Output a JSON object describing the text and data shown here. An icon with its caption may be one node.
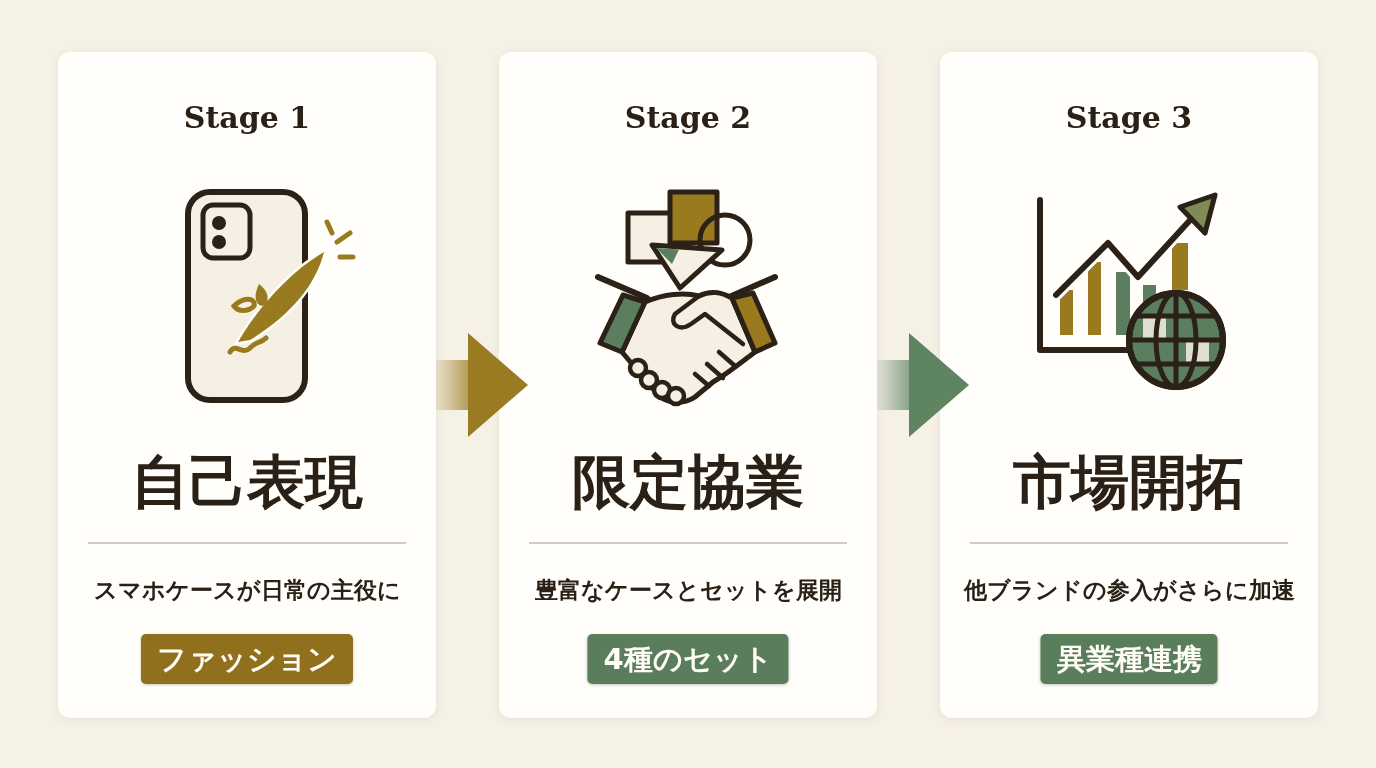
{
  "diagram": {
    "nodes": [
      {
        "text": [
          "Stage 1",
          "自己表現",
          "スマホケースが日常の主役に"
        ]
      },
      {
        "text": [
          "ファッション"
        ],
        "in": 0
      },
      {
        "text": [
          "Stage 2",
          "限定協業",
          "豊富なケースとセットを展開"
        ]
      },
      {
        "text": [
          "4種のセット"
        ],
        "in": 2
      },
      {
        "text": [
          "Stage 3",
          "市場開拓",
          "他ブランドの参入がさらに加速"
        ]
      },
      {
        "text": [
          "異業種連携"
        ],
        "in": 4
      }
    ],
    "edges": [
      {
        "from": 0,
        "to": 2,
        "arrow": "to",
        "style": "thick",
        "color": "#9a7b22"
      },
      {
        "from": 2,
        "to": 4,
        "arrow": "to",
        "style": "thick",
        "color": "#5e8462"
      }
    ]
  }
}
